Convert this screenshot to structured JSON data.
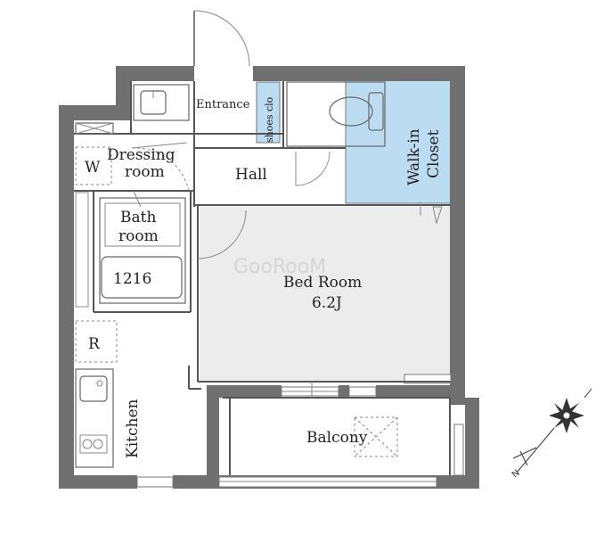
{
  "rooms": {
    "entrance": "Entrance",
    "shoes_closet": "shoes clo",
    "hall": "Hall",
    "walk_in_closet_line1": "Walk-in",
    "walk_in_closet_line2": "Closet",
    "dressing_line1": "Dressing",
    "dressing_line2": "room",
    "washer_mark": "W",
    "bath_line1": "Bath",
    "bath_line2": "room",
    "bath_size": "1216",
    "bedroom_name": "Bed Room",
    "bedroom_size": "6.2J",
    "fridge_mark": "R",
    "kitchen": "Kitchen",
    "balcony": "Balcony"
  },
  "compass": {
    "north_mark": "N"
  },
  "watermark": "GooRooM",
  "colors": {
    "wall": "#707070",
    "bedroom_floor": "#ececec",
    "closet_fill": "#bcdcf2",
    "line": "#666666"
  }
}
